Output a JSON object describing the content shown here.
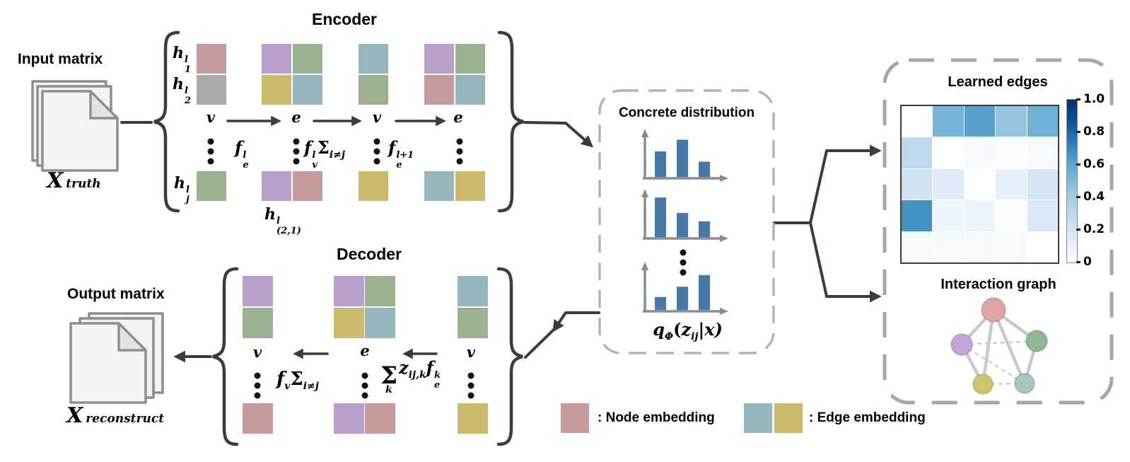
{
  "palette": {
    "pink": "#c79a9c",
    "gray": "#aaaaaa",
    "purple": "#b7a0ca",
    "green": "#9bb290",
    "yellow": "#cabb6c",
    "teal": "#95b6ba",
    "bar_blue": "#4678a8",
    "axis_gray": "#8c8c8c",
    "arrow_dark": "#383d40",
    "dash_border": "#adadad",
    "graph_pink": "#e0a4a4",
    "graph_purple": "#c4a4d8",
    "graph_green": "#8fb795",
    "graph_yellow": "#cdc46c",
    "graph_teal": "#a5c4c2",
    "edge_solid": "#c9c9c9",
    "edge_dashed": "#cfcfcf"
  },
  "input": {
    "title": "Input matrix",
    "label_main": "X",
    "label_sub": "truth"
  },
  "output": {
    "title": "Output matrix",
    "label_main": "X",
    "label_sub": "reconstruct"
  },
  "encoder": {
    "title": "Encoder",
    "flow": [
      "v",
      "e",
      "v",
      "e"
    ],
    "row_labels": {
      "h1": {
        "base": "h",
        "sup": "l",
        "sub": "1"
      },
      "h2": {
        "base": "h",
        "sup": "l",
        "sub": "2"
      },
      "hj": {
        "base": "h",
        "sup": "l",
        "sub": "j"
      },
      "h21": {
        "base": "h",
        "sup": "l",
        "sub": "(2,1)"
      }
    },
    "ops": {
      "fe1": {
        "base": "f",
        "sup": "l",
        "sub": "e"
      },
      "fv": {
        "base": "f",
        "sup": "l",
        "sub": "v"
      },
      "sigma": "Σ",
      "sigma_sub": "i≠j",
      "fe2": {
        "base": "f",
        "sup": "l+1",
        "sub": "e"
      }
    },
    "columns": [
      {
        "top": [
          [
            "pink"
          ],
          [
            "gray"
          ]
        ],
        "bottom": [
          [
            "green"
          ]
        ]
      },
      {
        "top": [
          [
            "purple",
            "green"
          ],
          [
            "yellow",
            "teal"
          ]
        ],
        "bottom": [
          [
            "purple",
            "pink"
          ]
        ]
      },
      {
        "top": [
          [
            "teal"
          ],
          [
            "green"
          ]
        ],
        "bottom": [
          [
            "yellow"
          ]
        ]
      },
      {
        "top": [
          [
            "purple",
            "green"
          ],
          [
            "pink",
            "teal"
          ]
        ],
        "bottom": [
          [
            "teal",
            "yellow"
          ]
        ]
      }
    ]
  },
  "decoder": {
    "title": "Decoder",
    "flow": [
      "v",
      "e",
      "v"
    ],
    "ops": {
      "fv": {
        "base": "f",
        "sub": "v"
      },
      "sigma": "Σ",
      "sigma_sub": "i≠j",
      "sum": {
        "sigma": "Σ",
        "sub": "k",
        "term": "z",
        "term_sub": "ij,k",
        "f": "f",
        "f_sup": "k",
        "f_sub": "e"
      }
    },
    "columns": [
      {
        "top": [
          [
            "purple"
          ],
          [
            "green"
          ]
        ],
        "bottom": [
          [
            "pink"
          ]
        ]
      },
      {
        "top": [
          [
            "purple",
            "green"
          ],
          [
            "yellow",
            "teal"
          ]
        ],
        "bottom": [
          [
            "purple",
            "pink"
          ]
        ]
      },
      {
        "top": [
          [
            "teal"
          ],
          [
            "green"
          ]
        ],
        "bottom": [
          [
            "yellow"
          ]
        ]
      }
    ]
  },
  "concrete": {
    "title": "Concrete distribution",
    "charts": [
      [
        0.55,
        0.8,
        0.33
      ],
      [
        0.85,
        0.52,
        0.34
      ],
      [
        0.28,
        0.5,
        0.75
      ]
    ],
    "label": {
      "base": "q",
      "sub": "Φ",
      "open": "(",
      "z": "z",
      "z_sub": "ij",
      "close": "|x)"
    }
  },
  "learned_edges": {
    "title": "Learned edges",
    "matrix": [
      [
        0.0,
        0.52,
        0.6,
        0.44,
        0.54
      ],
      [
        0.32,
        0.0,
        0.05,
        0.03,
        0.06
      ],
      [
        0.24,
        0.17,
        0.0,
        0.14,
        0.22
      ],
      [
        0.65,
        0.1,
        0.11,
        0.02,
        0.2
      ],
      [
        0.06,
        0.06,
        0.05,
        0.06,
        0.0
      ]
    ],
    "colorbar_ticks": [
      {
        "label": "1.0",
        "value": 1.0
      },
      {
        "label": "0.8",
        "value": 0.8
      },
      {
        "label": "0.6",
        "value": 0.6
      },
      {
        "label": "0.4",
        "value": 0.4
      },
      {
        "label": "0.2",
        "value": 0.2
      },
      {
        "label": "0",
        "value": 0.0
      }
    ]
  },
  "interaction_graph": {
    "title": "Interaction graph",
    "nodes": [
      "graph_pink",
      "graph_purple",
      "graph_green",
      "graph_yellow",
      "graph_teal"
    ],
    "solid_edges": [
      [
        0,
        1
      ],
      [
        0,
        2
      ],
      [
        0,
        3
      ],
      [
        0,
        4
      ],
      [
        1,
        3
      ],
      [
        2,
        4
      ]
    ],
    "dashed_edges": [
      [
        1,
        2
      ],
      [
        1,
        4
      ],
      [
        3,
        4
      ]
    ]
  },
  "legend": {
    "node_label": ": Node embedding",
    "node_color": "pink",
    "edge_label": ": Edge embedding",
    "edge_colors": [
      "teal",
      "yellow"
    ]
  }
}
